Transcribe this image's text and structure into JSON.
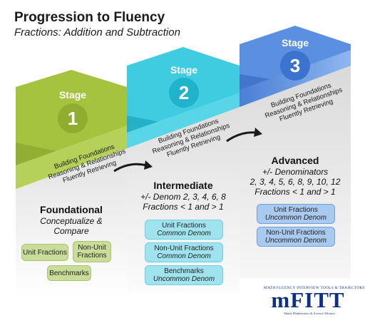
{
  "header": {
    "title": "Progression to Fluency",
    "subtitle": "Fractions: Addition and Subtraction"
  },
  "stages": [
    {
      "label": "Stage",
      "number": "1",
      "band_lines": [
        "Building Foundations",
        "Reasoning & Relationships",
        "Fluently Retrieving"
      ],
      "level_title": "Foundational",
      "level_lines": [
        "Conceptualize &",
        "Compare"
      ],
      "pills": [
        {
          "label": "Unit Fractions"
        },
        {
          "label": "Non-Unit",
          "sub": "Fractions"
        },
        {
          "label": "Benchmarks"
        }
      ]
    },
    {
      "label": "Stage",
      "number": "2",
      "band_lines": [
        "Building Foundations",
        "Reasoning & Relationships",
        "Fluently Retrieving"
      ],
      "level_title": "Intermediate",
      "level_lines": [
        "+/- Denom 2, 3, 4, 6, 8",
        "Fractions < 1 and > 1"
      ],
      "pills": [
        {
          "label": "Unit Fractions",
          "sub": "Common Denom"
        },
        {
          "label": "Non-Unit Fractions",
          "sub": "Common Denom"
        },
        {
          "label": "Benchmarks",
          "sub": "Uncommon Denom"
        }
      ]
    },
    {
      "label": "Stage",
      "number": "3",
      "band_lines": [
        "Building Foundations",
        "Reasoning & Relationships",
        "Fluently Retrieving"
      ],
      "level_title": "Advanced",
      "level_lines": [
        "+/- Denominators",
        "2, 3, 4, 5, 6, 8, 9, 10, 12",
        "Fractions < 1 and > 1"
      ],
      "pills": [
        {
          "label": "Unit Fractions",
          "sub": "Uncommon Denom"
        },
        {
          "label": "Non-Unit Fractions",
          "sub": "Uncommon Denom"
        }
      ]
    }
  ],
  "logo": {
    "tagline": "MATH FLUENCY INTERVIEW TOOLS & TRAJECTORY",
    "wordmark": "mFITT",
    "footer": "Maine Mathematics & Science Alliance"
  },
  "colors": {
    "stage1": "#a6c340",
    "stage1_dark": "#8aa52e",
    "stage2": "#3fcbe0",
    "stage2_dark": "#1fa9c2",
    "stage3": "#5b8fe0",
    "stage3_dark": "#3d6fc4",
    "gray_column": "#e6e6e6"
  }
}
